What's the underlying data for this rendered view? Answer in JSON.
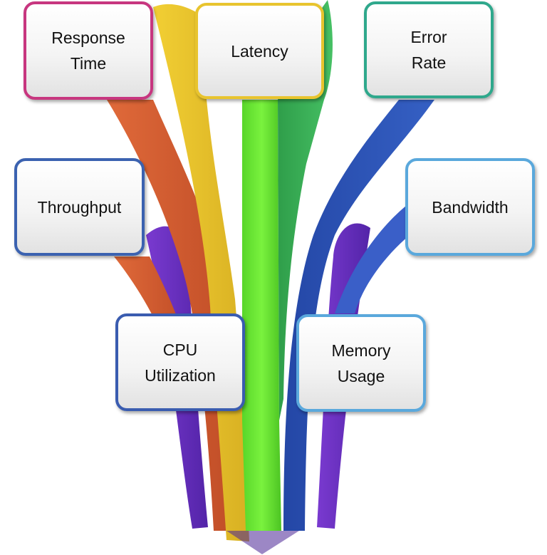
{
  "colors": {
    "magenta": "#cc3a8a",
    "orange": "#d2592f",
    "yellow": "#e8c42e",
    "green": "#6fe83a",
    "dark_green": "#3db35a",
    "blue": "#2d4fb0",
    "light_blue": "#5aa0d8",
    "purple": "#6a2fc0",
    "teal": "#2fa88c"
  },
  "cards": [
    {
      "id": "response",
      "text": "Response\nTime",
      "color": "#c7367f"
    },
    {
      "id": "latency",
      "text": "Latency",
      "color": "#e8c42e"
    },
    {
      "id": "error",
      "text": "Error\nRate",
      "color": "#2fa88c"
    },
    {
      "id": "through",
      "text": "Throughput",
      "color": "#3b62b0"
    },
    {
      "id": "bandw",
      "text": "Bandwidth",
      "color": "#5aa8dc"
    },
    {
      "id": "cpu",
      "text": "CPU\nUtilization",
      "color": "#3a5cb0"
    },
    {
      "id": "memory",
      "text": "Memory\nUsage",
      "color": "#5aa8dc"
    }
  ]
}
